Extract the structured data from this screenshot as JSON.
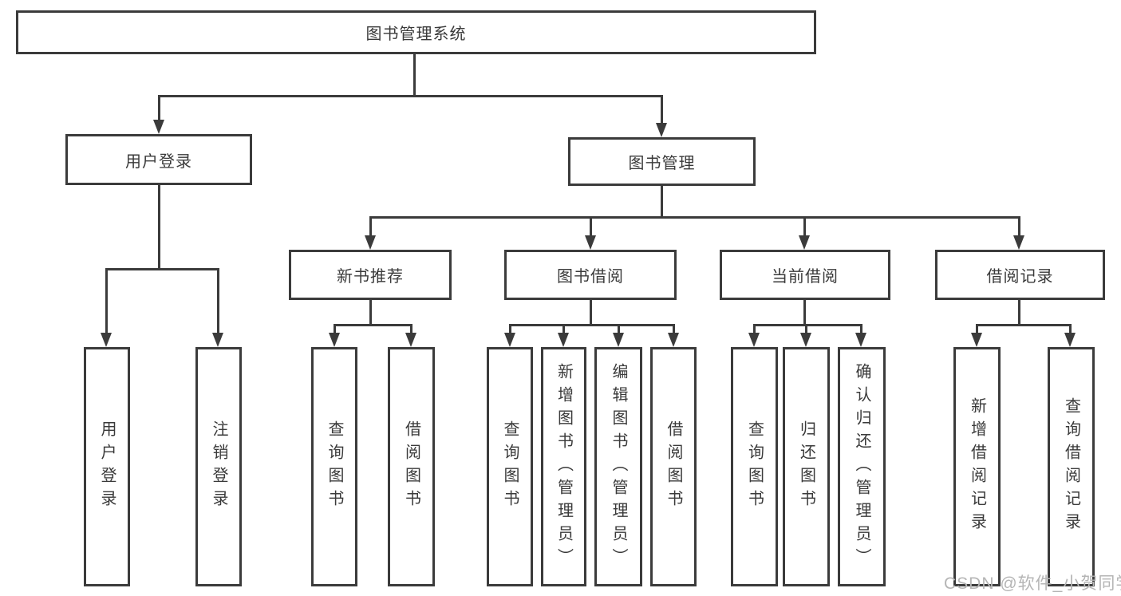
{
  "title": "图书管理系统",
  "level1": {
    "user_login": "用户登录",
    "book_management": "图书管理"
  },
  "level2": {
    "new_book_recommend": "新书推荐",
    "book_borrowing": "图书借阅",
    "current_borrowing": "当前借阅",
    "borrowing_records": "借阅记录"
  },
  "leaves": {
    "user_login": [
      "用户登录",
      "注销登录"
    ],
    "new_book_recommend": [
      "查询图书",
      "借阅图书"
    ],
    "book_borrowing": [
      "查询图书",
      "新增图书（管理员）",
      "编辑图书（管理员）",
      "借阅图书"
    ],
    "current_borrowing": [
      "查询图书",
      "归还图书",
      "确认归还（管理员）"
    ],
    "borrowing_records": [
      "新增借阅记录",
      "查询借阅记录"
    ]
  },
  "watermark": "CSDN @软件_小贺同学",
  "colors": {
    "line": "#3b3b3b",
    "box_border": "#3b3b3b",
    "box_fill": "#ffffff",
    "text": "#3a3a3a",
    "watermark": "#b5b5b5",
    "background": "#ffffff"
  }
}
